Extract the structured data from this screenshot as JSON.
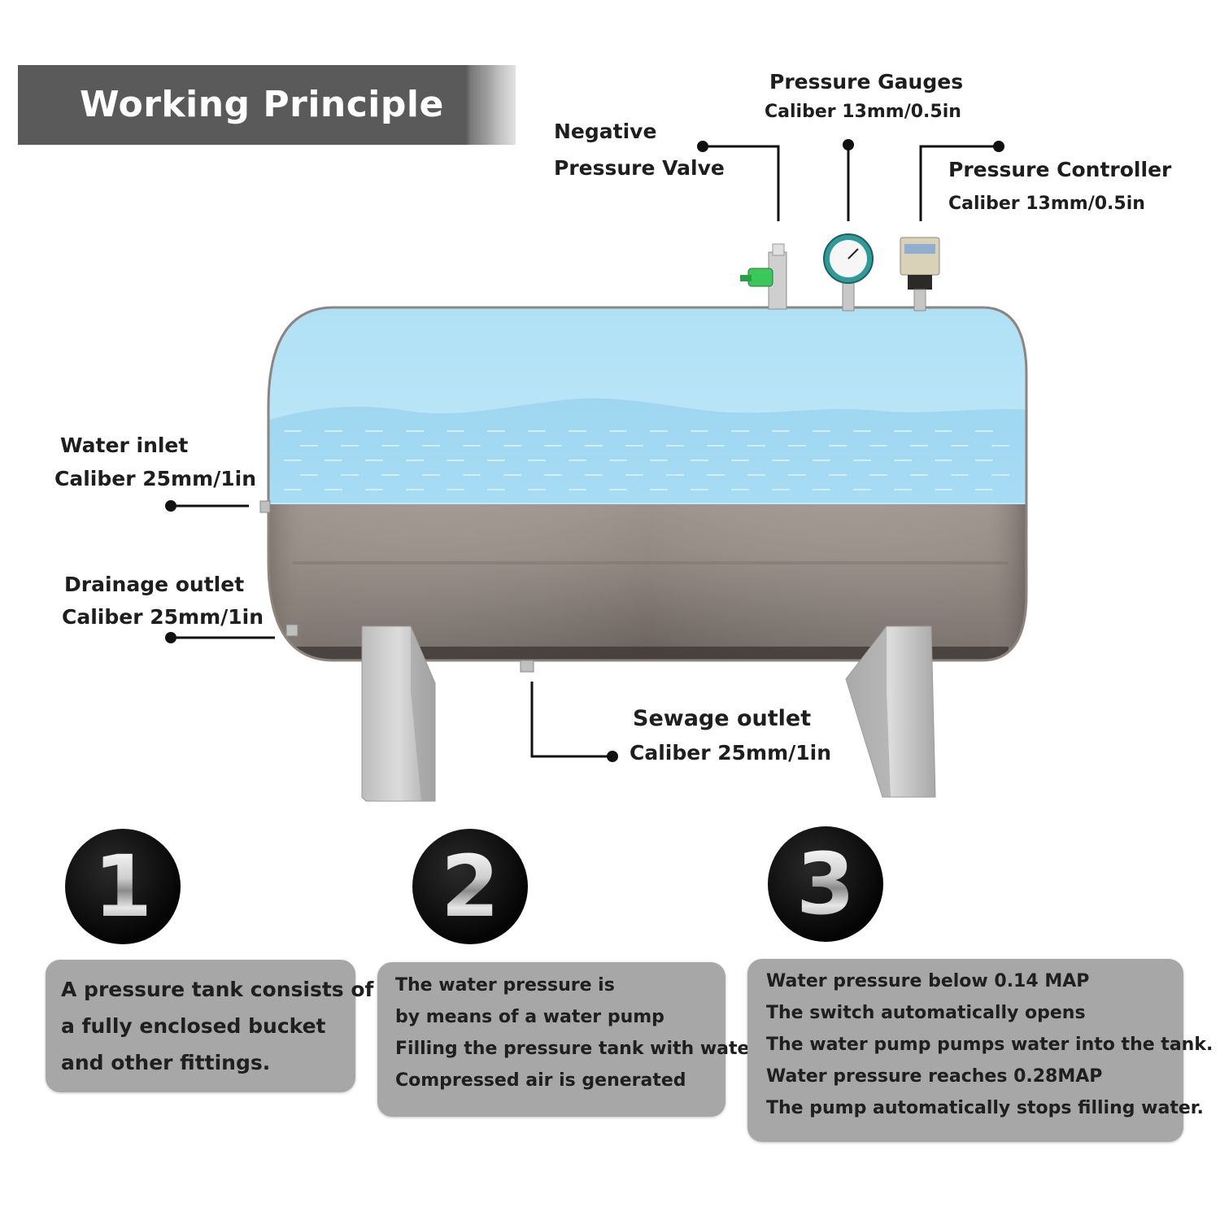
{
  "banner": {
    "title": "Working Principle"
  },
  "callouts": {
    "negative_valve": {
      "line1": "Negative",
      "line2": "Pressure Valve"
    },
    "pressure_gauges": {
      "title": "Pressure Gauges",
      "caliber": "Caliber 13mm/0.5in"
    },
    "pressure_controller": {
      "title": "Pressure Controller",
      "caliber": "Caliber 13mm/0.5in"
    },
    "water_inlet": {
      "title": "Water inlet",
      "caliber": "Caliber 25mm/1in"
    },
    "drainage_outlet": {
      "title": "Drainage outlet",
      "caliber": "Caliber 25mm/1in"
    },
    "sewage_outlet": {
      "title": "Sewage outlet",
      "caliber": "Caliber 25mm/1in"
    }
  },
  "steps": [
    {
      "number": "1",
      "lines": [
        "A pressure tank consists of",
        "a fully enclosed bucket",
        "and other fittings."
      ]
    },
    {
      "number": "2",
      "lines": [
        "The water pressure is",
        "by means of a water pump",
        "Filling the pressure tank with water",
        "Compressed air is generated"
      ]
    },
    {
      "number": "3",
      "lines": [
        "Water pressure below 0.14 MAP",
        "The switch automatically opens",
        "The water pump pumps water into the tank.",
        "Water pressure reaches 0.28MAP",
        "The pump automatically stops filling water."
      ]
    }
  ],
  "colors": {
    "banner": "#5a5a5a",
    "step_box": "#a7a7a7",
    "water": "#a9dcf2",
    "tank_steel": "#9a8f87"
  }
}
